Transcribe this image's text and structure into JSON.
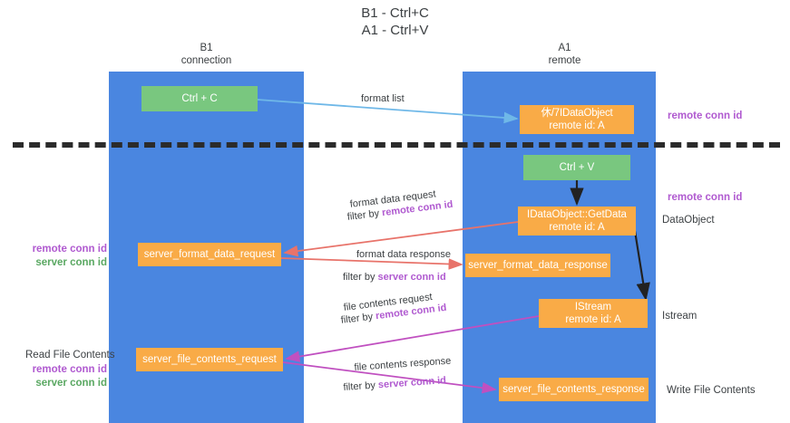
{
  "title": {
    "line1": "B1 - Ctrl+C",
    "line2": "A1 - Ctrl+V"
  },
  "columns": [
    {
      "id": "b1",
      "name": "B1",
      "subtitle": "connection",
      "color": "#4a86e0"
    },
    {
      "id": "a1",
      "name": "A1",
      "subtitle": "remote",
      "color": "#4a86e0"
    }
  ],
  "nodes": {
    "ctrl_c": {
      "label": "Ctrl + C",
      "color": "#79c77f"
    },
    "ctrl_v": {
      "label": "Ctrl + V",
      "color": "#79c77f"
    },
    "idataobject": {
      "line1": "休/7IDataObject",
      "line2": "remote id: A",
      "color": "#f9ab47"
    },
    "getdata": {
      "line1": "IDataObject::GetData",
      "line2": "remote id: A",
      "color": "#f9ab47"
    },
    "istream": {
      "line1": "IStream",
      "line2": "remote id: A",
      "color": "#f9ab47"
    },
    "server_format_data_request": {
      "label": "server_format_data_request",
      "color": "#f9ab47"
    },
    "server_format_data_response": {
      "label": "server_format_data_response",
      "color": "#f9ab47"
    },
    "server_file_contents_request": {
      "label": "server_file_contents_request",
      "color": "#f9ab47"
    },
    "server_file_contents_response": {
      "label": "server_file_contents_response",
      "color": "#f9ab47"
    }
  },
  "edge_labels": {
    "format_list": "format list",
    "format_data_request": "format data request",
    "format_data_response": "format data response",
    "file_contents_request": "file contents request",
    "file_contents_response": "file contents response",
    "filter_by": "filter by ",
    "remote_conn_id": "remote conn id",
    "server_conn_id": "server conn id"
  },
  "annotations": {
    "remote_conn_id": "remote conn id",
    "server_conn_id": "server conn id",
    "dataobject": "DataObject",
    "istream": "Istream",
    "write_file_contents": "Write File Contents",
    "read_file_contents": "Read File Contents"
  },
  "colors": {
    "column_blue": "#4a86e0",
    "node_green": "#79c77f",
    "node_orange": "#f9ab47",
    "purple": "#b05ad0",
    "green_text": "#5aa862",
    "arrow_blue": "#6fb8e8",
    "arrow_red": "#e8736a",
    "arrow_black": "#222222",
    "arrow_magenta": "#c050c0",
    "divider": "#2b2b2b",
    "background": "#ffffff"
  }
}
